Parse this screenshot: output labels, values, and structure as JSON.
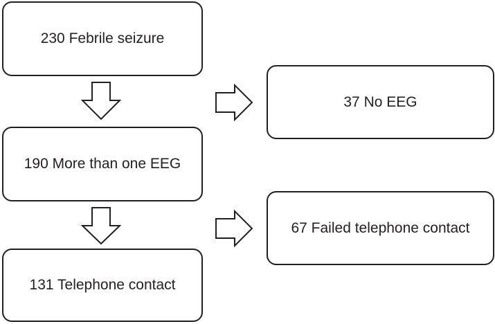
{
  "flowchart": {
    "nodes": [
      {
        "id": "febrile",
        "label": "230 Febrile seizure"
      },
      {
        "id": "more_eeg",
        "label": "190 More than one EEG"
      },
      {
        "id": "telephone",
        "label": "131 Telephone contact"
      },
      {
        "id": "no_eeg",
        "label": "37 No EEG"
      },
      {
        "id": "failed",
        "label": "67 Failed telephone contact"
      }
    ],
    "edges": [
      {
        "from": "febrile",
        "to": "more_eeg",
        "direction": "down"
      },
      {
        "from": "febrile",
        "to": "no_eeg",
        "direction": "right"
      },
      {
        "from": "more_eeg",
        "to": "telephone",
        "direction": "down"
      },
      {
        "from": "more_eeg",
        "to": "failed",
        "direction": "right"
      }
    ],
    "colors": {
      "stroke": "#231f20",
      "fill": "#ffffff"
    }
  }
}
